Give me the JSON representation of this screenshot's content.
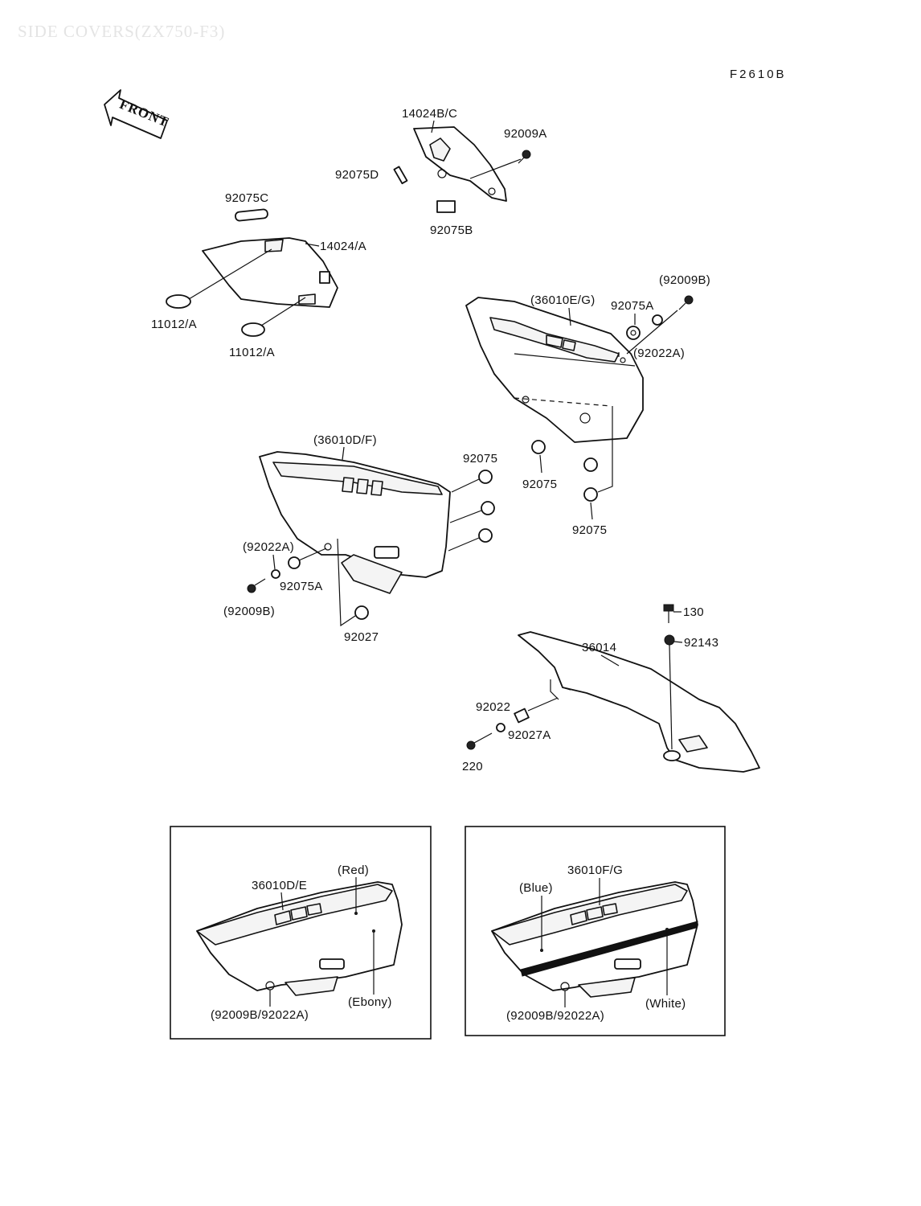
{
  "diagram": {
    "title": "SIDE COVERS(ZX750-F3)",
    "code": "F2610B",
    "front_label": "FRONT",
    "labels": {
      "l14024bc": "14024B/C",
      "l92009a": "92009A",
      "l92075d": "92075D",
      "l92075b": "92075B",
      "l92075c": "92075C",
      "l14024a": "14024/A",
      "l11012a_1": "11012/A",
      "l11012a_2": "11012/A",
      "l36010eg": "(36010E/G)",
      "l92009b_top": "(92009B)",
      "l92075a_top": "92075A",
      "l92022a_top": "(92022A)",
      "l36010df": "(36010D/F)",
      "l92075_1": "92075",
      "l92075_2": "92075",
      "l92075_3": "92075",
      "l92022a_left": "(92022A)",
      "l92075a_left": "92075A",
      "l92009b_left": "(92009B)",
      "l92027": "92027",
      "l130": "130",
      "l92143": "92143",
      "l36014": "36014",
      "l92022": "92022",
      "l92027a": "92027A",
      "l220": "220"
    },
    "inset_left": {
      "part": "36010D/E",
      "color_top": "(Red)",
      "color_bottom": "(Ebony)",
      "fastener": "(92009B/92022A)"
    },
    "inset_right": {
      "part": "36010F/G",
      "color_top": "(Blue)",
      "color_bottom": "(White)",
      "fastener": "(92009B/92022A)"
    }
  }
}
